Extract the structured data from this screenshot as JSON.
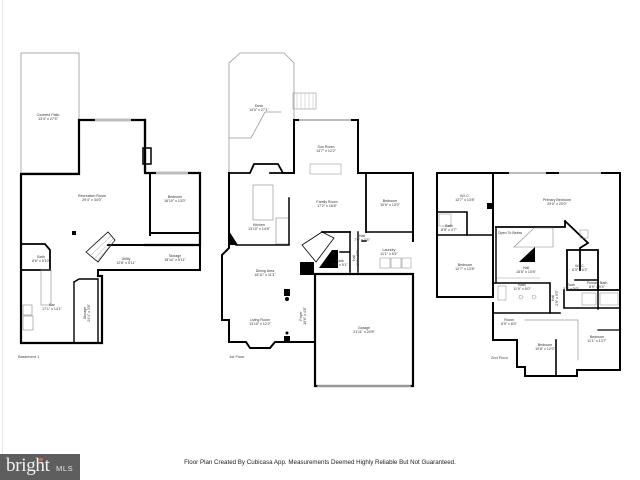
{
  "basement": {
    "floor_label": "Basement 1",
    "rooms": [
      {
        "name": "Covered Patio",
        "dims": "13'4\" x 27'5\""
      },
      {
        "name": "Recreation Room",
        "dims": "29'4\" x 34'0\""
      },
      {
        "name": "Bedroom",
        "dims": "16'10\" x 13'0\""
      },
      {
        "name": "Bath",
        "dims": "8'8\" x 5'10\""
      },
      {
        "name": "Utility",
        "dims": "12'8\" x 5'11\""
      },
      {
        "name": "Storage",
        "dims": "18'10\" x 5'11\""
      },
      {
        "name": "Bar",
        "dims": "17'1\" x 14'1\""
      },
      {
        "name": "Storage",
        "dims": "24'4\" x 3'8\""
      }
    ]
  },
  "first_floor": {
    "floor_label": "1st Floor",
    "rooms": [
      {
        "name": "Deck",
        "dims": "14'0\" x 27'1\""
      },
      {
        "name": "Sun Room",
        "dims": "14'7\" x 12'2\""
      },
      {
        "name": "Family Room",
        "dims": "17'2\" x 16'8\""
      },
      {
        "name": "Bedroom",
        "dims": "10'6\" x 13'0\""
      },
      {
        "name": "Kitchen",
        "dims": "13'10\" x 14'8\""
      },
      {
        "name": "Hall",
        "dims": "7'0\" x 3'4\""
      },
      {
        "name": "Laundry",
        "dims": "11'1\" x 5'4\""
      },
      {
        "name": "Bath",
        "dims": "7'2\" x 5'1\""
      },
      {
        "name": "Hall",
        "dims": "3'4\" x 6'7\""
      },
      {
        "name": "Dining Area",
        "dims": "18'11\" x 11'3\""
      },
      {
        "name": "Foyer",
        "dims": "10'6\" x 4'8\""
      },
      {
        "name": "Living Room",
        "dims": "13'10\" x 12'2\""
      },
      {
        "name": "Garage",
        "dims": "21'11\" x 20'8\""
      }
    ]
  },
  "second_floor": {
    "floor_label": "2nd Floor",
    "rooms": [
      {
        "name": "W.I.C.",
        "dims": "12'7\" x 13'8\""
      },
      {
        "name": "Primary Bedroom",
        "dims": "29'0\" x 20'0\""
      },
      {
        "name": "Bath",
        "dims": "8'8\" x 4'7\""
      },
      {
        "name": "Open To Below",
        "dims": ""
      },
      {
        "name": "Bedroom",
        "dims": "12'7\" x 13'8\""
      },
      {
        "name": "Hall",
        "dims": "15'8\" x 10'8\""
      },
      {
        "name": "W.I.C.",
        "dims": "6'3\" x 6'2\""
      },
      {
        "name": "Bath",
        "dims": "11'9\" x 5'0\""
      },
      {
        "name": "Bath",
        "dims": "5'1\" x 5'0\""
      },
      {
        "name": "Primary Bath",
        "dims": "8'9\" x 9'4\""
      },
      {
        "name": "Hall",
        "dims": "2'9\" x 9'5\""
      },
      {
        "name": "Room",
        "dims": "8'9\" x 8'0\""
      },
      {
        "name": "Bedroom",
        "dims": "10'8\" x 12'0\""
      },
      {
        "name": "Bedroom",
        "dims": "11'1\" x 13'7\""
      }
    ]
  },
  "footer": {
    "note": "Floor Plan Created By Cubicasa App. Measurements Deemed Highly Reliable But Not Guaranteed.",
    "logo_word": "bright",
    "logo_suffix": "MLS"
  }
}
